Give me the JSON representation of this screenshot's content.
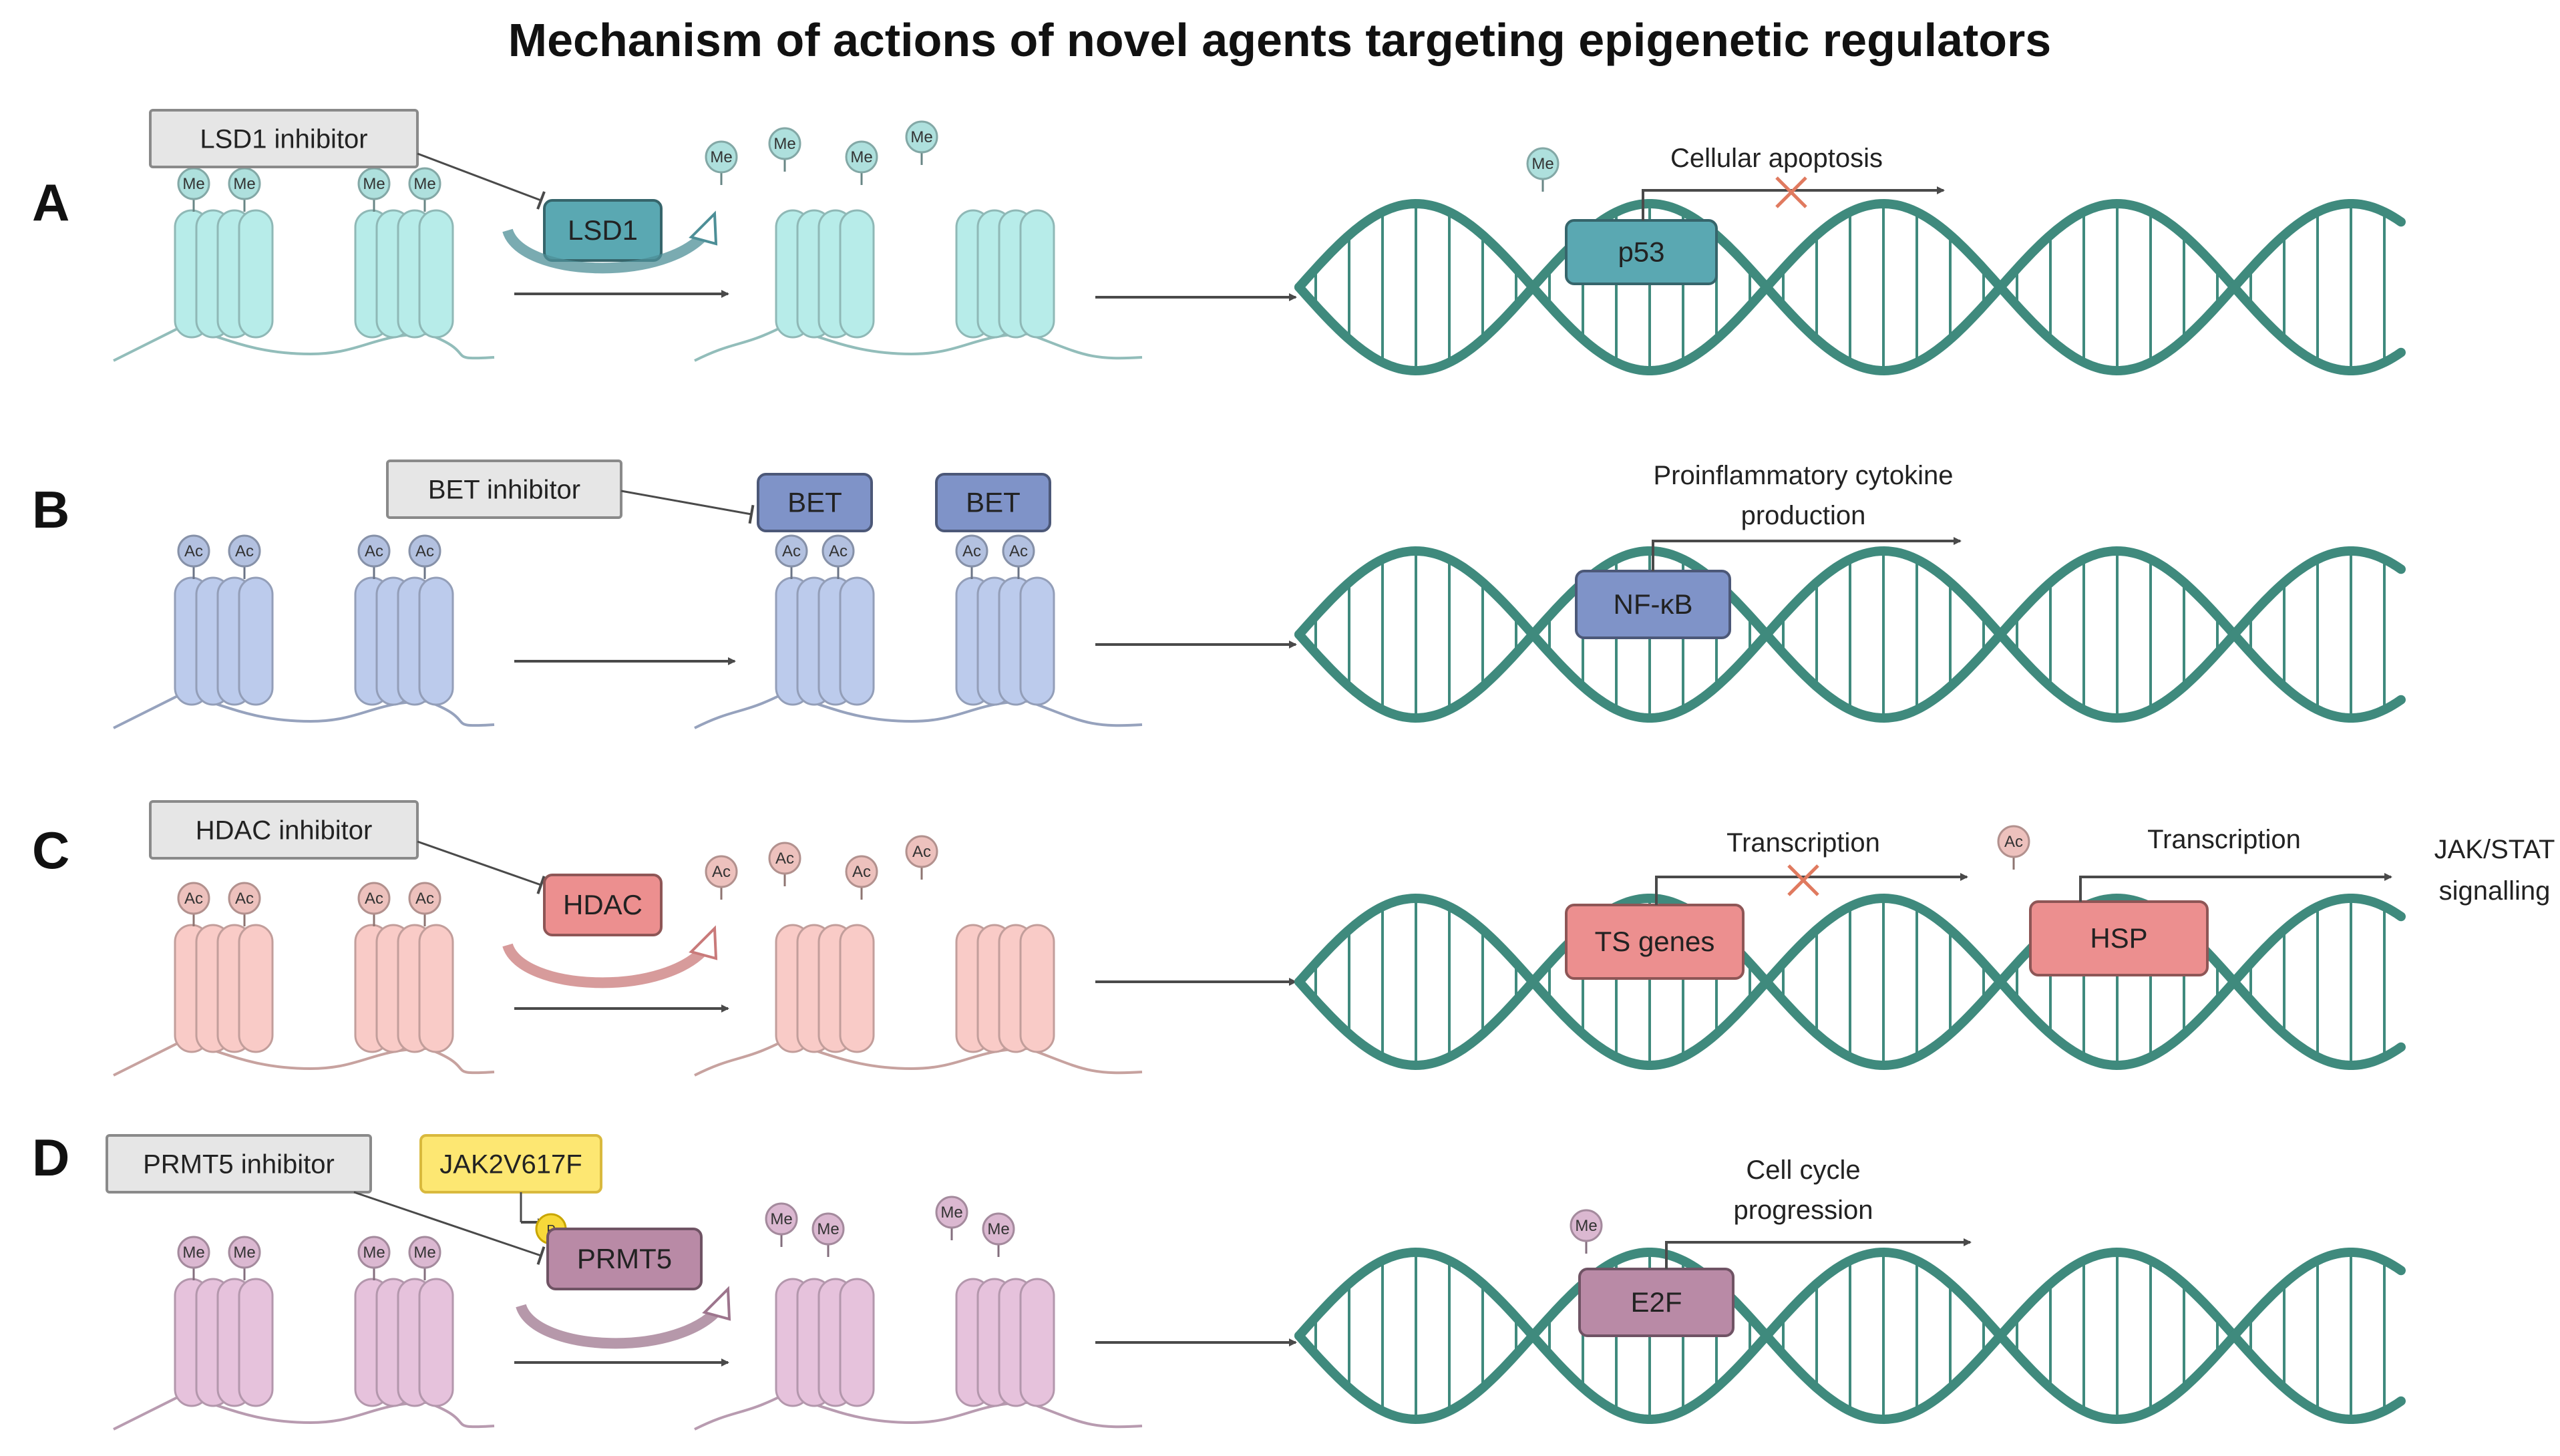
{
  "title": "Mechanism of actions of novel agents targeting epigenetic regulators",
  "colors": {
    "dna": "#3f8a7d",
    "arrow": "#4a4a4a",
    "inhibitor_box": "#e6e6e6",
    "jak_box": "#fde772",
    "red_x": "#e07a5f"
  },
  "panels": [
    {
      "letter": "A",
      "inhibitor": "LSD1 inhibitor",
      "enzyme": "LSD1",
      "mark": "Me",
      "factor": "p53",
      "outcome": "Cellular apoptosis",
      "outcome_blocked": true,
      "nucleosome_color": "#b7ece9",
      "enzyme_color": "#5aa8b2"
    },
    {
      "letter": "B",
      "inhibitor": "BET inhibitor",
      "enzyme": "BET",
      "mark": "Ac",
      "factor": "NF-κB",
      "outcome_line1": "Proinflammatory cytokine",
      "outcome_line2": "production",
      "outcome_blocked": false,
      "nucleosome_color": "#bccbec",
      "enzyme_color": "#7f93c8"
    },
    {
      "letter": "C",
      "inhibitor": "HDAC inhibitor",
      "enzyme": "HDAC",
      "mark": "Ac",
      "factor_1": "TS genes",
      "outcome_1": "Transcription",
      "outcome_1_blocked": true,
      "factor_2": "HSP",
      "outcome_2": "Transcription",
      "downstream_line1": "JAK/STAT",
      "downstream_line2": "signalling",
      "nucleosome_color": "#f9cbc7",
      "enzyme_color": "#ec8f8f"
    },
    {
      "letter": "D",
      "inhibitor": "PRMT5 inhibitor",
      "activator": "JAK2V617F",
      "phospho": "P",
      "enzyme": "PRMT5",
      "mark": "Me",
      "factor": "E2F",
      "outcome_line1": "Cell cycle",
      "outcome_line2": "progression",
      "outcome_blocked": false,
      "nucleosome_color": "#e6c2dc",
      "enzyme_color": "#b98aa6"
    }
  ]
}
